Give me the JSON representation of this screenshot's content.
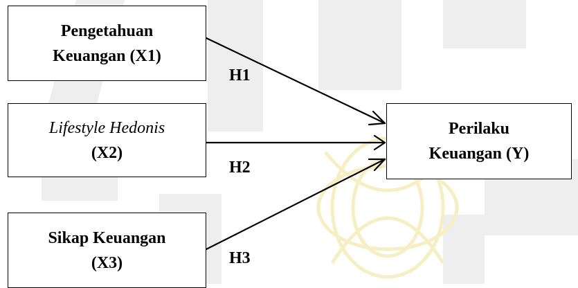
{
  "diagram": {
    "nodes": {
      "x1": {
        "line1": "Pengetahuan",
        "line2": "Keuangan (X1)"
      },
      "x2": {
        "line1": "Lifestyle Hedonis",
        "line2": "(X2)"
      },
      "x3": {
        "line1": "Sikap Keuangan",
        "line2": "(X3)"
      },
      "y": {
        "line1": "Perilaku",
        "line2": "Keuangan (Y)"
      }
    },
    "edges": [
      {
        "from": "x1",
        "to": "y",
        "label": "H1"
      },
      {
        "from": "x2",
        "to": "y",
        "label": "H2"
      },
      {
        "from": "x3",
        "to": "y",
        "label": "H3"
      }
    ]
  },
  "colors": {
    "watermark_gray": "#eeeeee",
    "watermark_gold": "#f7efc3",
    "stroke": "#000000"
  }
}
